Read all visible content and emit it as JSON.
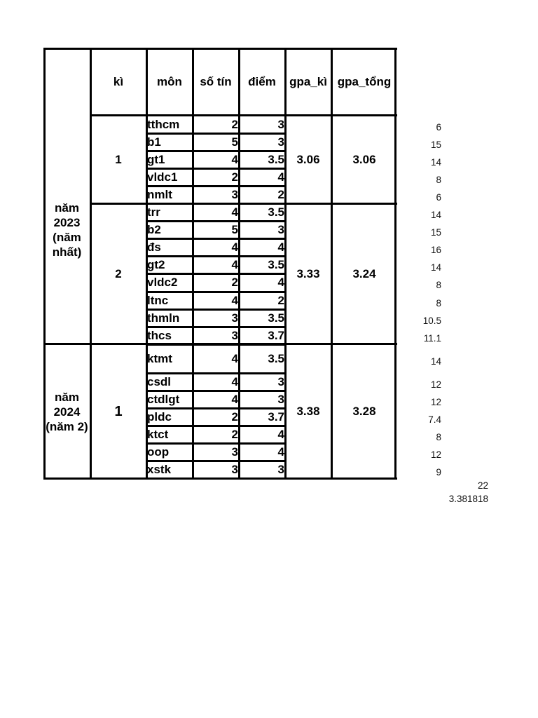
{
  "headers": {
    "ki": "kì",
    "mon": "môn",
    "so_tin": "số tín",
    "diem": "điểm",
    "gpa_ki": "gpa_kì",
    "gpa_tong": "gpa_tổng"
  },
  "years": [
    {
      "label": "năm\n2023\n(năm\nnhất)",
      "semesters": [
        {
          "ki": "1",
          "gpa_ki": "3.06",
          "gpa_tong": "3.06",
          "courses": [
            {
              "mon": "tthcm",
              "so_tin": "2",
              "diem": "3",
              "side": "6"
            },
            {
              "mon": "b1",
              "so_tin": "5",
              "diem": "3",
              "side": "15"
            },
            {
              "mon": "gt1",
              "so_tin": "4",
              "diem": "3.5",
              "side": "14"
            },
            {
              "mon": "vldc1",
              "so_tin": "2",
              "diem": "4",
              "side": "8"
            },
            {
              "mon": "nmlt",
              "so_tin": "3",
              "diem": "2",
              "side": "6"
            }
          ]
        },
        {
          "ki": "2",
          "gpa_ki": "3.33",
          "gpa_tong": "3.24",
          "courses": [
            {
              "mon": "trr",
              "so_tin": "4",
              "diem": "3.5",
              "side": "14"
            },
            {
              "mon": "b2",
              "so_tin": "5",
              "diem": "3",
              "side": "15"
            },
            {
              "mon": "đs",
              "so_tin": "4",
              "diem": "4",
              "side": "16"
            },
            {
              "mon": "gt2",
              "so_tin": "4",
              "diem": "3.5",
              "side": "14"
            },
            {
              "mon": "vldc2",
              "so_tin": "2",
              "diem": "4",
              "side": "8"
            },
            {
              "mon": "ltnc",
              "so_tin": "4",
              "diem": "2",
              "side": "8"
            },
            {
              "mon": "thmln",
              "so_tin": "3",
              "diem": "3.5",
              "side": "10.5"
            },
            {
              "mon": "thcs",
              "so_tin": "3",
              "diem": "3.7",
              "side": "11.1"
            }
          ]
        }
      ]
    },
    {
      "label": "năm\n2024\n(năm 2)",
      "semesters": [
        {
          "ki": "1",
          "gpa_ki": "3.38",
          "gpa_tong": "3.28",
          "courses": [
            {
              "mon": "ktmt",
              "so_tin": "4",
              "diem": "3.5",
              "side": "14"
            },
            {
              "mon": "csdl",
              "so_tin": "4",
              "diem": "3",
              "side": "12"
            },
            {
              "mon": "ctdlgt",
              "so_tin": "4",
              "diem": "3",
              "side": "12"
            },
            {
              "mon": "pldc",
              "so_tin": "2",
              "diem": "3.7",
              "side": "7.4"
            },
            {
              "mon": "ktct",
              "so_tin": "2",
              "diem": "4",
              "side": "8"
            },
            {
              "mon": "oop",
              "so_tin": "3",
              "diem": "4",
              "side": "12"
            },
            {
              "mon": "xstk",
              "so_tin": "3",
              "diem": "3",
              "side": "9"
            }
          ]
        }
      ]
    }
  ],
  "summary": {
    "total_credits": "22",
    "gpa_value": "3.381818"
  }
}
